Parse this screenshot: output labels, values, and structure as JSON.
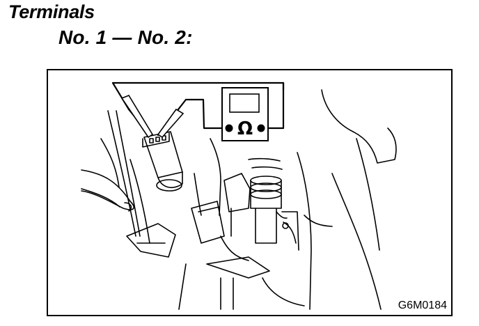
{
  "header": {
    "title": "Terminals",
    "subtitle": "No. 1 — No. 2:"
  },
  "figure": {
    "meter_symbol": "Ω",
    "code": "G6M0184",
    "colors": {
      "ink": "#000000",
      "paper": "#ffffff"
    }
  }
}
